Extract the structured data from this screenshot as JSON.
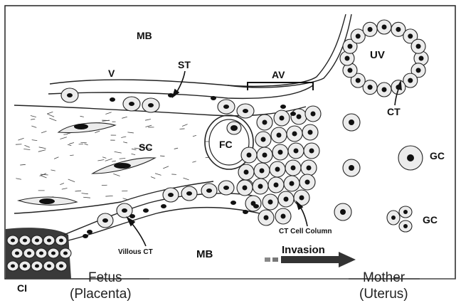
{
  "labels": {
    "mb_top": "MB",
    "v": "V",
    "st": "ST",
    "av": "AV",
    "uv": "UV",
    "ct": "CT",
    "sc": "SC",
    "fc": "FC",
    "gc_upper": "GC",
    "gc_lower": "GC",
    "villous_ct": "Villous CT",
    "ct_cell_column": "CT Cell Column",
    "mb_bottom": "MB",
    "invasion": "Invasion",
    "ci": "CI"
  },
  "axis": {
    "fetus": "Fetus",
    "placenta": "(Placenta)",
    "mother": "Mother",
    "uterus": "(Uterus)"
  },
  "colors": {
    "ink": "#222222",
    "cell_fill": "#ececec",
    "arrow_dark": "#333333",
    "arrow_light": "#888888"
  }
}
